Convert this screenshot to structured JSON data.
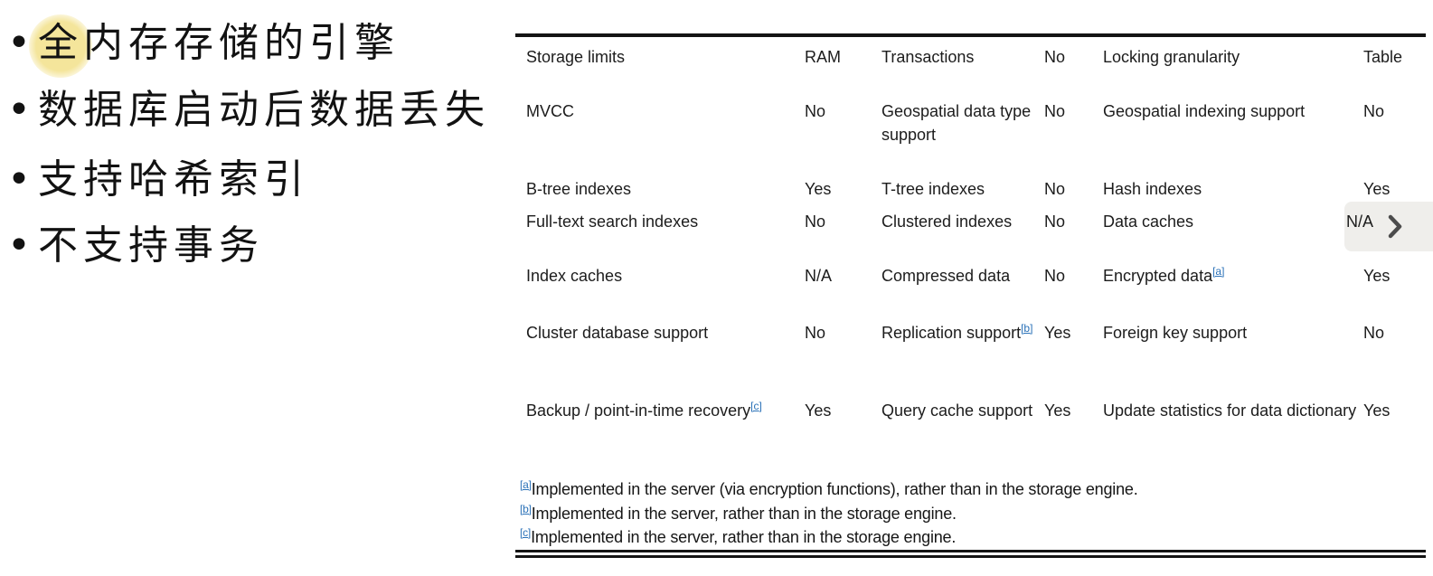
{
  "notes": {
    "bullet_glyph": "•",
    "highlight_color": "#f4e59b",
    "items": [
      {
        "text": "全内存存储的引擎"
      },
      {
        "text": "数据库启动后数据丢失"
      },
      {
        "text": "支持哈希索引"
      },
      {
        "text": "不支持事务"
      }
    ]
  },
  "table": {
    "link_color": "#2b72b8",
    "rows": [
      {
        "cells": [
          {
            "t": "Storage limits"
          },
          {
            "t": "RAM"
          },
          {
            "t": "Transactions"
          },
          {
            "t": "No"
          },
          {
            "t": "Locking granularity"
          },
          {
            "t": "Table"
          }
        ]
      },
      {
        "cells": [
          {
            "t": "MVCC"
          },
          {
            "t": "No"
          },
          {
            "t": "Geospatial data type support"
          },
          {
            "t": "No"
          },
          {
            "t": "Geospatial indexing support"
          },
          {
            "t": "No"
          }
        ]
      },
      {
        "cells": [
          {
            "t": "B-tree indexes"
          },
          {
            "t": "Yes"
          },
          {
            "t": "T-tree indexes"
          },
          {
            "t": "No"
          },
          {
            "t": "Hash indexes"
          },
          {
            "t": "Yes"
          }
        ]
      },
      {
        "cells": [
          {
            "t": "Full-text search indexes"
          },
          {
            "t": "No"
          },
          {
            "t": "Clustered indexes"
          },
          {
            "t": "No"
          },
          {
            "t": "Data caches"
          },
          {
            "t": "N/A"
          }
        ]
      },
      {
        "cells": [
          {
            "t": "Index caches"
          },
          {
            "t": "N/A"
          },
          {
            "t": "Compressed data"
          },
          {
            "t": "No"
          },
          {
            "t": "Encrypted data",
            "sup": "[a]"
          },
          {
            "t": "Yes"
          }
        ]
      },
      {
        "cells": [
          {
            "t": "Cluster database support"
          },
          {
            "t": "No"
          },
          {
            "t": "Replication support",
            "sup": "[b]"
          },
          {
            "t": "Yes"
          },
          {
            "t": "Foreign key support"
          },
          {
            "t": "No"
          }
        ]
      },
      {
        "cells": [
          {
            "t": "Backup / point-in-time recovery",
            "sup": "[c]"
          },
          {
            "t": "Yes"
          },
          {
            "t": "Query cache support"
          },
          {
            "t": "Yes"
          },
          {
            "t": "Update statistics for data dictionary"
          },
          {
            "t": "Yes"
          }
        ]
      }
    ],
    "footnotes": [
      {
        "marker": "[a]",
        "text": "Implemented in the server (via encryption functions), rather than in the storage engine."
      },
      {
        "marker": "[b]",
        "text": "Implemented in the server, rather than in the storage engine."
      },
      {
        "marker": "[c]",
        "text": "Implemented in the server, rather than in the storage engine."
      }
    ]
  },
  "icons": {
    "next": "chevron-right"
  }
}
